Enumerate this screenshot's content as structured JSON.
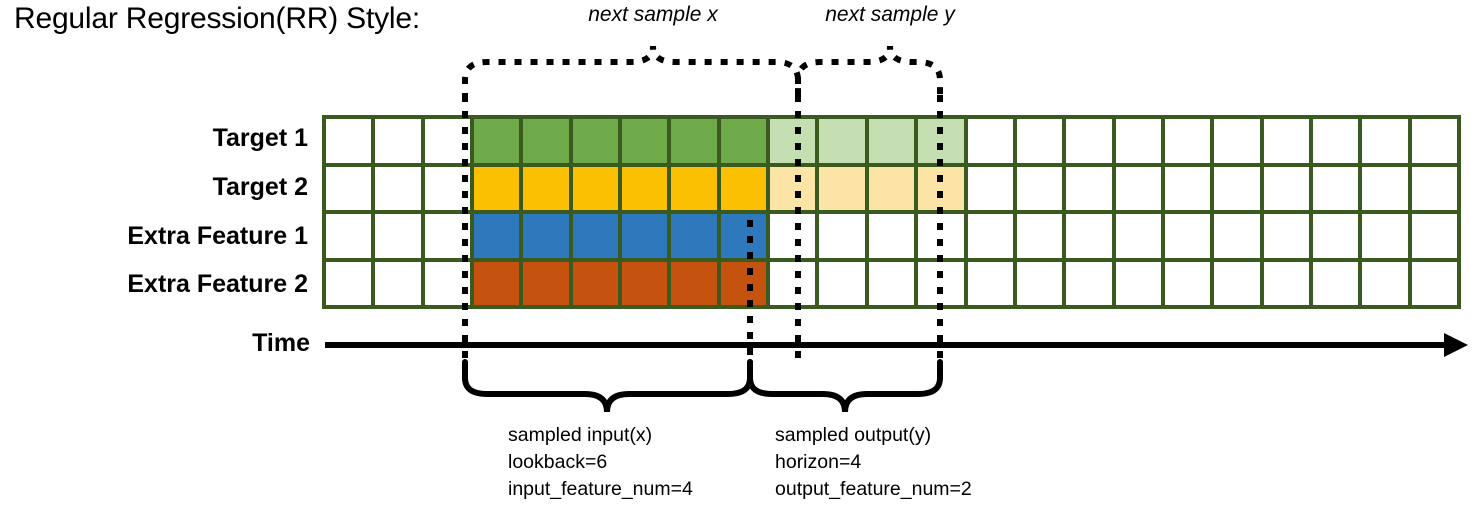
{
  "title": "Regular Regression(RR) Style:",
  "annotations": {
    "next_sample_x": "next sample x",
    "next_sample_y": "next sample y"
  },
  "rows": [
    {
      "label": "Target 1",
      "color": "#6faa4a",
      "light_color": "#c6dfb2"
    },
    {
      "label": "Target 2",
      "color": "#fbc002",
      "light_color": "#fce4a6"
    },
    {
      "label": "Extra Feature 1",
      "color": "#2e79bb",
      "light_color": null
    },
    {
      "label": "Extra Feature 2",
      "color": "#c5520e",
      "light_color": null
    }
  ],
  "axis": {
    "label": "Time"
  },
  "grid": {
    "columns": 23,
    "rows": 4,
    "border_color": "#3b5a20",
    "empty_color": "#ffffff",
    "input_start_col": 3,
    "input_end_col": 9,
    "output_start_col": 9,
    "output_end_col": 13
  },
  "captions": {
    "input": {
      "line1": "sampled input(x)",
      "line2": "lookback=6",
      "line3": "input_feature_num=4"
    },
    "output": {
      "line1": "sampled output(y)",
      "line2": "horizon=4",
      "line3": "output_feature_num=2"
    }
  },
  "chart_data": {
    "type": "heatmap",
    "title": "Regular Regression(RR) Style:",
    "categories": [
      "Target 1",
      "Target 2",
      "Extra Feature 1",
      "Extra Feature 2"
    ],
    "x": "Time",
    "total_timesteps": 23,
    "lookback": 6,
    "horizon": 4,
    "input_feature_num": 4,
    "output_feature_num": 2,
    "input_window": [
      3,
      9
    ],
    "output_window": [
      9,
      13
    ],
    "series": [
      {
        "name": "Target 1",
        "filled_input": [
          3,
          4,
          5,
          6,
          7,
          8
        ],
        "filled_output": [
          9,
          10,
          11,
          12
        ]
      },
      {
        "name": "Target 2",
        "filled_input": [
          3,
          4,
          5,
          6,
          7,
          8
        ],
        "filled_output": [
          9,
          10,
          11,
          12
        ]
      },
      {
        "name": "Extra Feature 1",
        "filled_input": [
          3,
          4,
          5,
          6,
          7,
          8
        ],
        "filled_output": []
      },
      {
        "name": "Extra Feature 2",
        "filled_input": [
          3,
          4,
          5,
          6,
          7,
          8
        ],
        "filled_output": []
      }
    ],
    "legend": [
      "next sample x",
      "next sample y"
    ],
    "grid": true
  }
}
